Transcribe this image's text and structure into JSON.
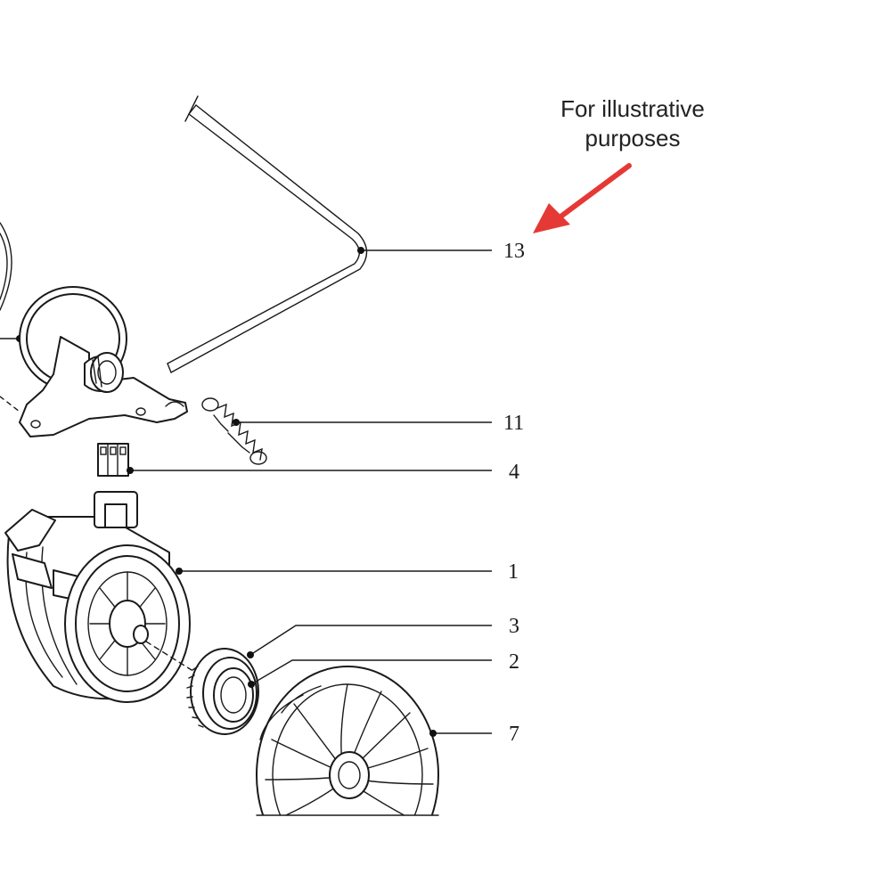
{
  "note": {
    "line1": "For illustrative",
    "line2": "purposes"
  },
  "callouts": [
    {
      "id": "13",
      "label": "13"
    },
    {
      "id": "11",
      "label": "11"
    },
    {
      "id": "4",
      "label": "4"
    },
    {
      "id": "1",
      "label": "1"
    },
    {
      "id": "3",
      "label": "3"
    },
    {
      "id": "2",
      "label": "2"
    },
    {
      "id": "7",
      "label": "7"
    }
  ],
  "colors": {
    "line": "#1a1a1a",
    "arrow": "#e53935",
    "background": "#ffffff"
  }
}
